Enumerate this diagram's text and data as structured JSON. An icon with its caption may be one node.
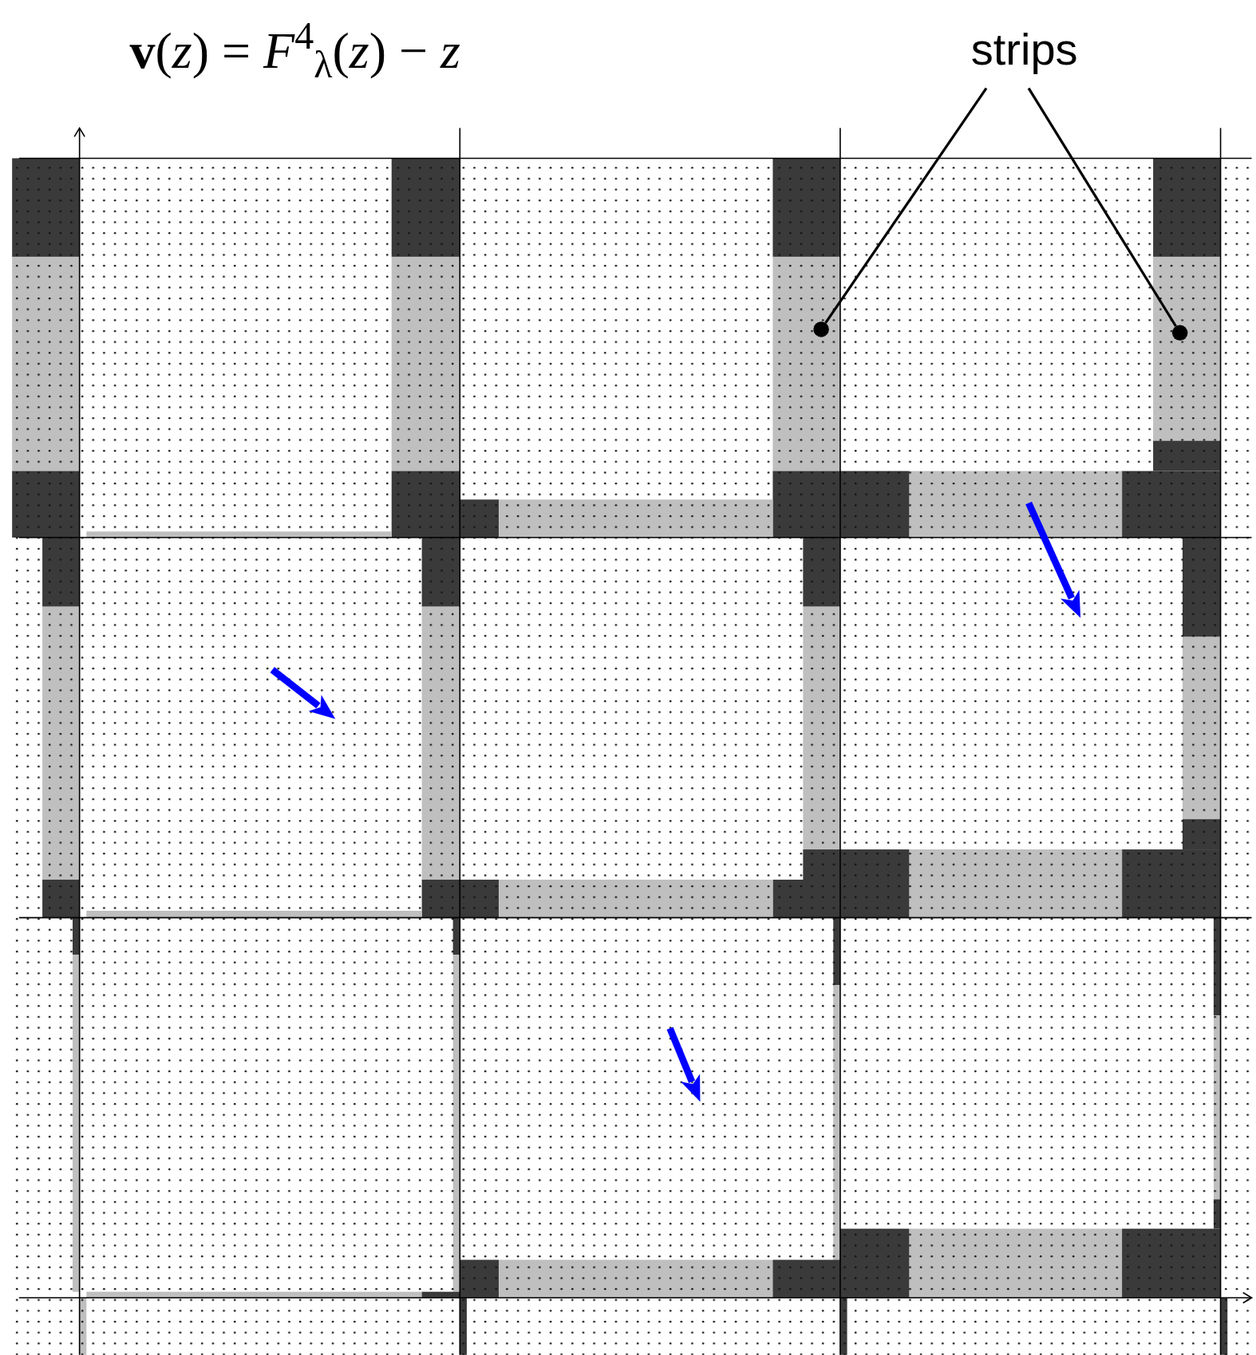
{
  "diagram": {
    "title": "**v**(*z*) = *F*$^{4}$$_{λ}$(*z*) − *z*",
    "nodes": [
      {
        "text": [
          "strips"
        ]
      },
      {
        "text": [],
        "shape": "circle"
      },
      {
        "text": [],
        "shape": "circle"
      }
    ],
    "edges": [
      {
        "from": 0,
        "to": 1,
        "arrow": "none"
      },
      {
        "from": 0,
        "to": 2,
        "arrow": "none"
      }
    ]
  }
}
